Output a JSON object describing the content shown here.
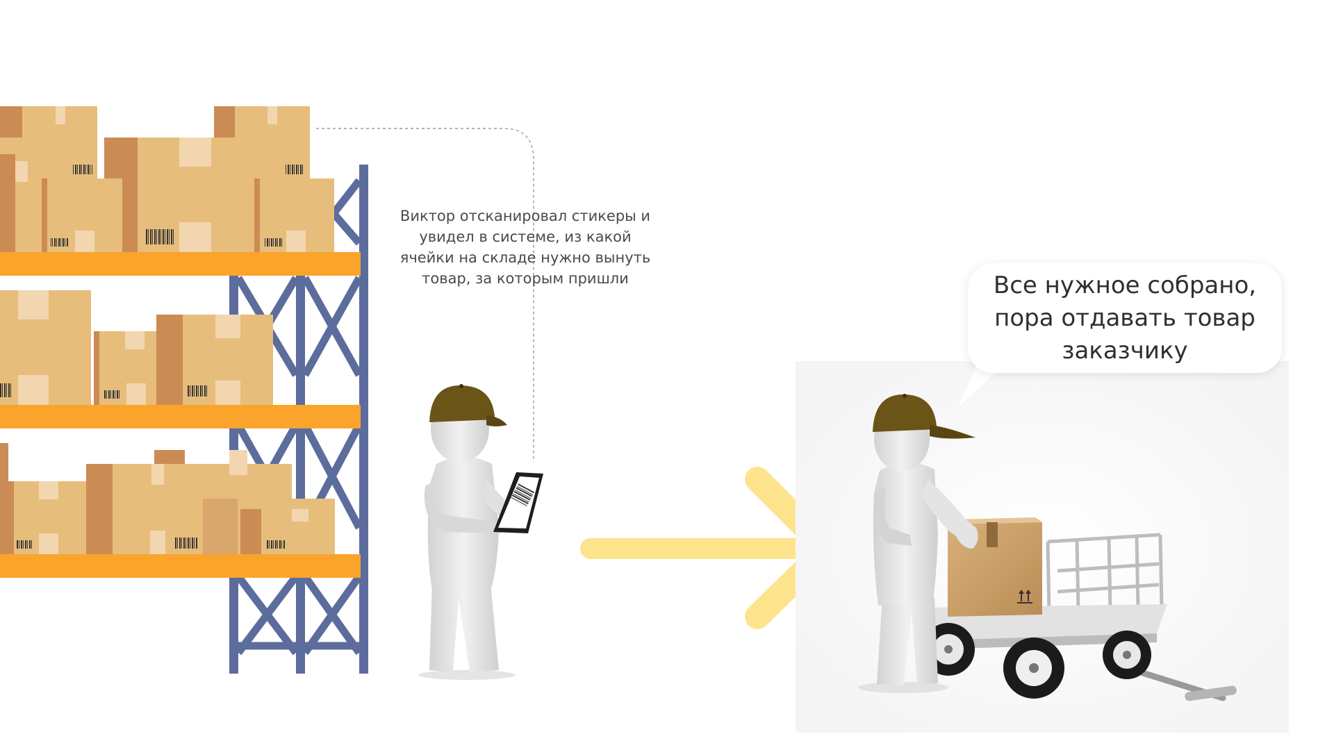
{
  "scanner_caption": {
    "lines": [
      "Виктор отсканировал стикеры и",
      "увидел в системе, из какой",
      "ячейки на складе нужно вынуть",
      "товар, за которым пришли"
    ]
  },
  "speech_bubble": {
    "lines": [
      "Все нужное собрано,",
      "пора отдавать товар",
      "заказчику"
    ]
  },
  "colors": {
    "shelf_beam": "#FBA42C",
    "rack_frame": "#5C6C9C",
    "box": "#E7BD7C",
    "box_side": "#CB8B55",
    "arrow": "#FDE38C",
    "cap": "#6B5418",
    "figure": "#E6E6E6"
  },
  "icons": [
    "barcode-icon",
    "tablet-icon",
    "arrow-right-icon",
    "fragile-up-arrows-icon"
  ]
}
